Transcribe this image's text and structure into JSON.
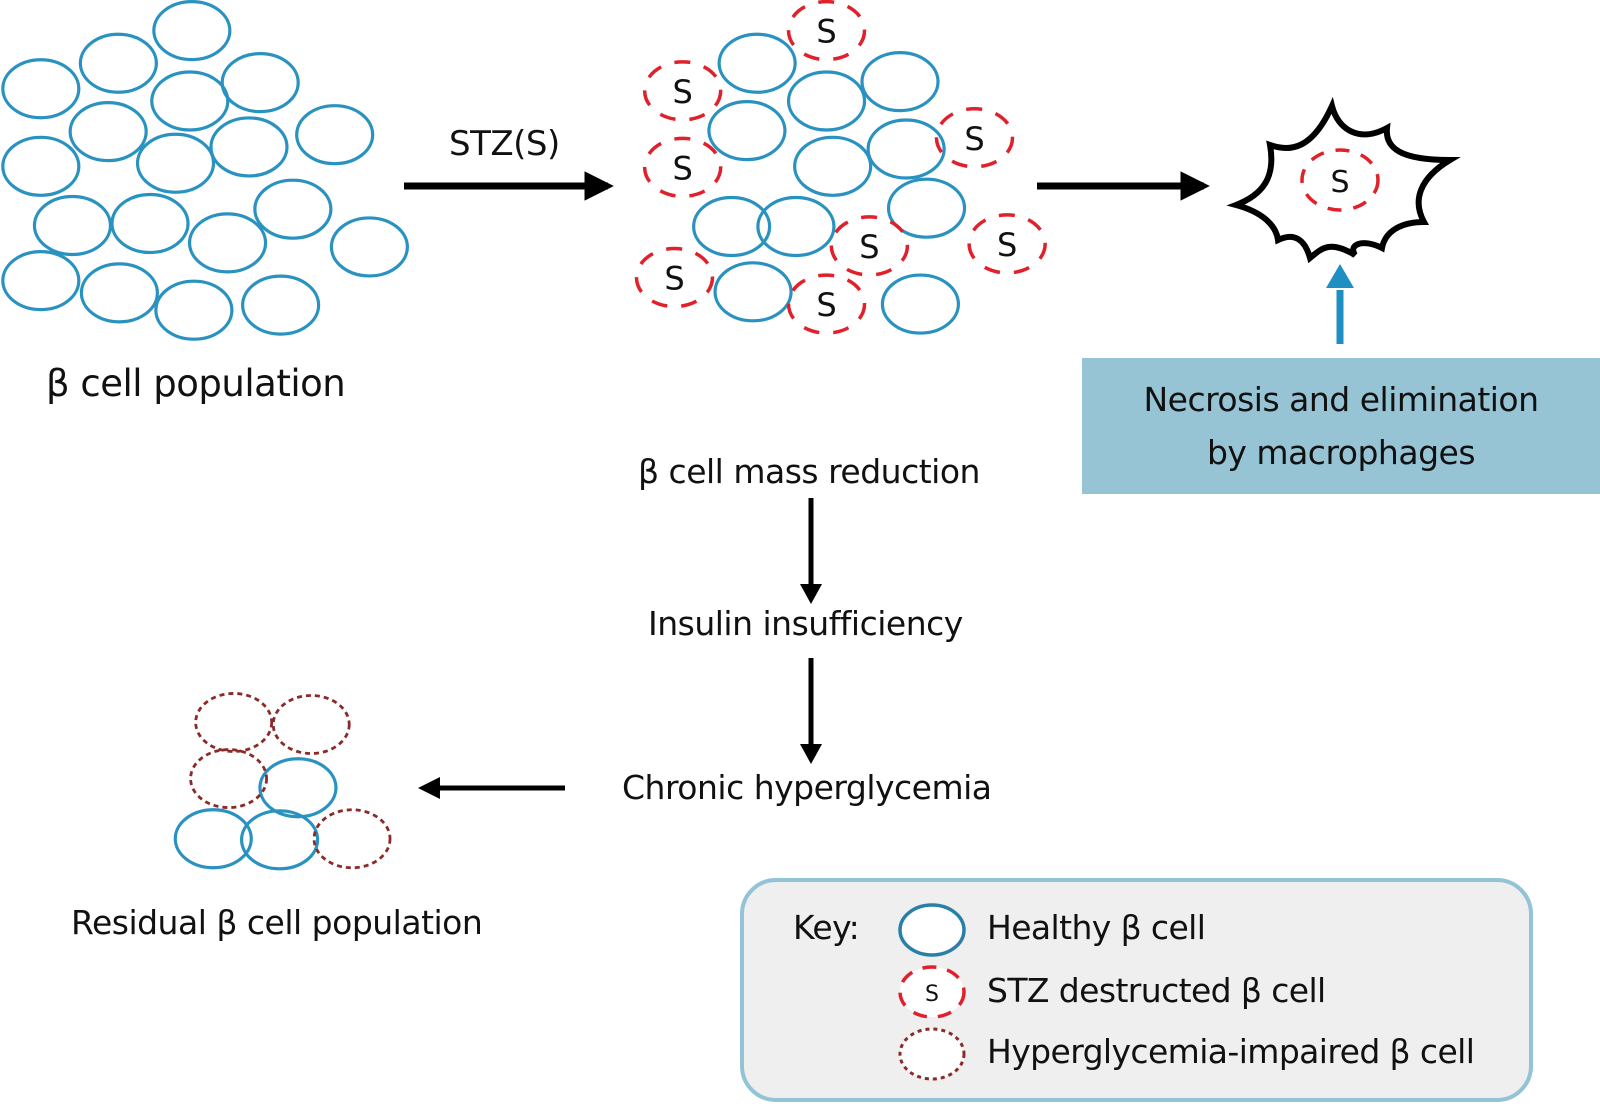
{
  "diagram": {
    "title": "STZ-induced beta cell destruction",
    "colors": {
      "healthy": "#2a92c0",
      "stz": "#e0202a",
      "impaired": "#8a2a2a",
      "arrow": "#000000",
      "up_arrow": "#1f8ec3",
      "necrosis_box": "#96c4d5",
      "key_bg": "#efefef",
      "key_border": "#93c3d6"
    },
    "labels": {
      "beta_population": "β cell population",
      "stz_arrow": "STZ(S)",
      "stz_mark": "S",
      "necrosis_line1": "Necrosis and elimination",
      "necrosis_line2": "by macrophages",
      "mass_reduction": "β cell mass reduction",
      "insulin": "Insulin insufficiency",
      "hyperglycemia": "Chronic hyperglycemia",
      "residual": "Residual β cell population"
    },
    "key": {
      "title": "Key:",
      "items": [
        {
          "type": "healthy",
          "label": "Healthy β cell"
        },
        {
          "type": "stz",
          "label": "STZ destructed β cell",
          "mark": "S"
        },
        {
          "type": "impaired",
          "label": "Hyperglycemia-impaired β cell"
        }
      ]
    },
    "flow": [
      "β cell mass reduction",
      "Insulin insufficiency",
      "Chronic hyperglycemia"
    ]
  }
}
